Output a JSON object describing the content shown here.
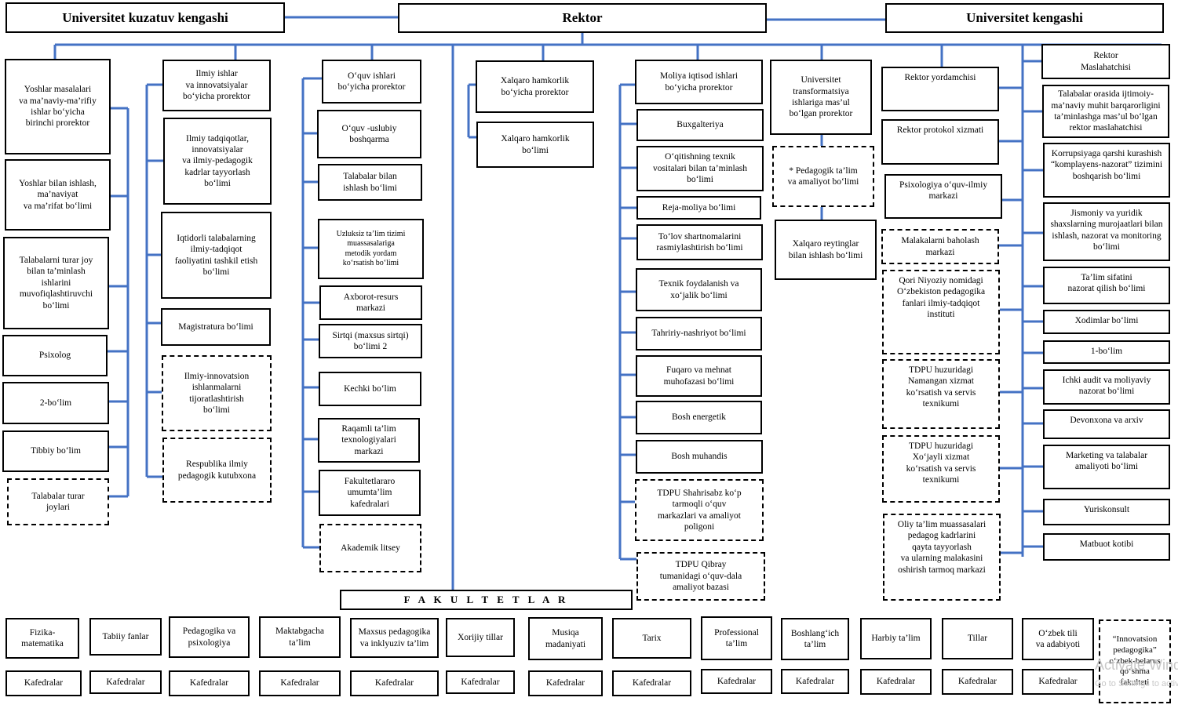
{
  "header": {
    "left": "Universitet kuzatuv kengashi",
    "center": "Rektor",
    "right": "Universitet kengashi"
  },
  "col1": [
    "Yoshlar masalalari\nva ma’naviy-ma’rifiy\nishlar bo‘yicha\nbirinchi prorektor",
    "Yoshlar bilan ishlash,\nma’naviyat\nva ma’rifat bo‘limi",
    "Talabalarni turar joy\nbilan ta’minlash\nishlarini\nmuvofiqlashtiruvchi\nbo‘limi",
    "Psixolog",
    "2-bo‘lim",
    "Tibbiy bo‘lim",
    "Talabalar turar\njoylari"
  ],
  "col2": [
    "Ilmiy ishlar\nva innovatsiyalar\nbo‘yicha  prorektor",
    "Ilmiy tadqiqotlar,\ninnovatsiyalar\nva ilmiy-pedagogik\nkadrlar tayyorlash\nbo‘limi",
    "Iqtidorli talabalarning\nilmiy-tadqiqot\nfaoliyatini tashkil etish\nbo‘limi",
    "Magistratura bo‘limi",
    "Ilmiy-innovatsion\nishlanmalarni\ntijoratlashtirish\nbo‘limi",
    "Respublika ilmiy\npedagogik kutubxona"
  ],
  "col3": [
    "O‘quv ishlari\nbo‘yicha prorektor",
    "O‘quv -uslubiy\nboshqarma",
    "Talabalar bilan\nishlash bo‘limi",
    "Uzluksiz ta’lim tizimi\nmuassasalariga\nmetodik yordam\nko‘rsatish  bo‘limi",
    "Axborot-resurs\nmarkazi",
    "Sirtqi (maxsus sirtqi)\nbo‘limi  2",
    "Kechki bo‘lim",
    "Raqamli ta’lim\ntexnologiyalari\nmarkazi",
    "Fakultetlararo\numumta’lim\nkafedralari",
    "Akademik litsey"
  ],
  "col4": [
    "Xalqaro hamkorlik\nbo‘yicha prorektor",
    "Xalqaro hamkorlik\nbo‘limi"
  ],
  "col5": [
    "Moliya iqtisod ishlari\nbo‘yicha prorektor",
    "Buxgalteriya",
    "O‘qitishning texnik\nvositalari bilan ta’minlash\nbo‘limi",
    "Reja-moliya bo‘limi",
    "To‘lov shartnomalarini\nrasmiylashtirish bo‘limi",
    "Texnik foydalanish va\nxo‘jalik bo‘limi",
    "Tahririy-nashriyot bo‘limi",
    "Fuqaro va mehnat\nmuhofazasi bo‘limi",
    "Bosh energetik",
    "Bosh muhandis",
    "TDPU Shahrisabz ko‘p\ntarmoqli o‘quv\nmarkazlari va amaliyot\npoligoni",
    "TDPU Qibray\ntumanidagi o‘quv-dala\namaliyot bazasi"
  ],
  "col6": [
    "Universitet\ntransformatsiya\nishlariga mas’ul\nbo‘lgan prorektor",
    "*  Pedagogik ta’lim\nva amaliyot bo‘limi",
    "Xalqaro reytinglar\nbilan ishlash bo‘limi"
  ],
  "col7": [
    "Rektor yordamchisi",
    "Rektor protokol xizmati",
    "Psixologiya o‘quv-ilmiy\nmarkazi",
    "Malakalarni baholash\nmarkazi",
    "Qori Niyoziy nomidagi\nO‘zbekiston pedagogika\nfanlari ilmiy-tadqiqot\ninstituti",
    "TDPU huzuridagi\nNamangan  xizmat\nko‘rsatish va servis\ntexnikumi",
    "TDPU huzuridagi\nXo‘jayli xizmat\nko‘rsatish va servis\ntexnikumi",
    "Oliy ta’lim muassasalari\npedagog kadrlarini\nqayta tayyorlash\nva ularning malakasini\noshirish tarmoq markazi"
  ],
  "col8": [
    "Rektor\nMaslahatchisi",
    "Talabalar orasida ijtimoiy-\nma’naviy muhit barqarorligini\nta’minlashga mas’ul bo‘lgan\nrektor maslahatchisi",
    "Korrupsiyaga qarshi kurashish\n“komplayens-nazorat” tizimini\nboshqarish bo‘limi",
    "Jismoniy va yuridik\nshaxslarning murojaatlari bilan\nishlash, nazorat va monitoring\nbo‘limi",
    "Ta’lim sifatini\nnazorat qilish bo‘limi",
    "Xodimlar bo‘limi",
    "1-bo‘lim",
    "Ichki audit va moliyaviy\nnazorat bo‘limi",
    "Devonxona va arxiv",
    "Marketing va talabalar\namaliyoti bo‘limi",
    "Yuriskonsult",
    "Matbuot kotibi"
  ],
  "fakultetlar_title": "F A K U L T E T L A R",
  "faculties": [
    "Fizika-\nmatematika",
    "Tabiiy fanlar",
    "Pedagogika va\npsixologiya",
    "Maktabgacha\nta’lim",
    "Maxsus pedagogika\nva inklyuziv ta’lim",
    "Xorijiy tillar",
    "Musiqa\nmadaniyati",
    "Tarix",
    "Professional\nta’lim",
    "Boshlang‘ich\nta’lim",
    "Harbiy ta’lim",
    "Tillar",
    "O‘zbek tili\nva adabiyoti",
    "“Innovatsion\npedagogika”\no‘zbek-belarus\nqo‘shma\nfakulteti"
  ],
  "kafedra_label": "Kafedralar",
  "watermark": {
    "line1": "Activate Windows",
    "line2": "Go to Settings to activate Windows."
  },
  "colors": {
    "connector": "#4472c4",
    "border": "#000000"
  }
}
